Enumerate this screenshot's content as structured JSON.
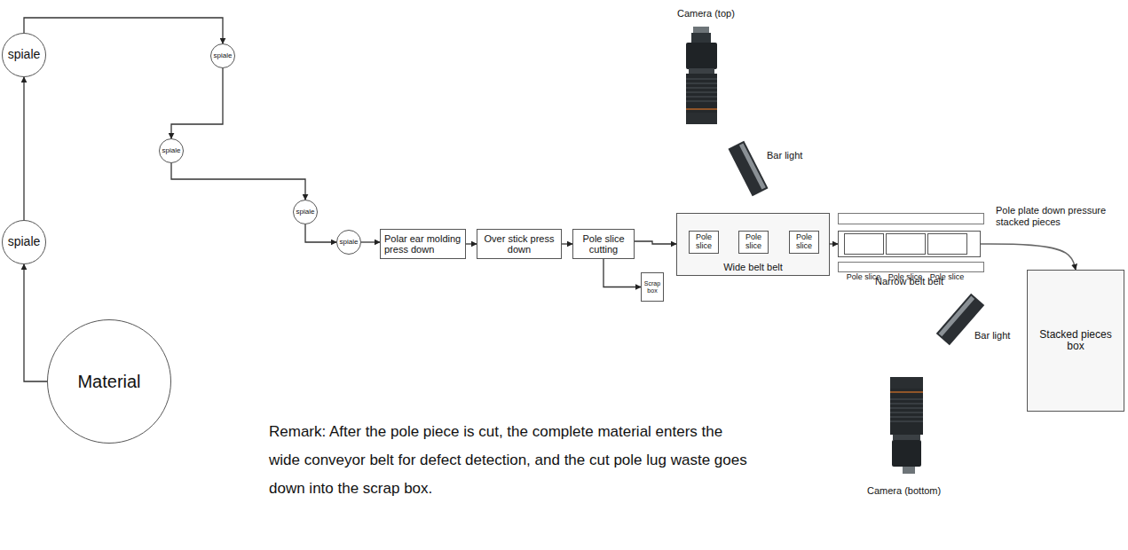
{
  "diagram": {
    "nodes": [
      {
        "text": [
          "Material"
        ]
      },
      {
        "text": [
          "spiale"
        ]
      },
      {
        "text": [
          "spiale"
        ]
      },
      {
        "text": [
          "spiale"
        ]
      },
      {
        "text": [
          "spiale"
        ]
      },
      {
        "text": [
          "spiale"
        ]
      },
      {
        "text": [
          "spiale"
        ]
      },
      {
        "text": [
          "Polar ear molding press down"
        ]
      },
      {
        "text": [
          "Over stick press down"
        ]
      },
      {
        "text": [
          "Pole slice cutting"
        ]
      },
      {
        "text": [
          "Scrap box"
        ]
      },
      {
        "text": [
          "Wide belt belt"
        ]
      },
      {
        "text": [
          "Pole slice"
        ],
        "in": 11
      },
      {
        "text": [
          "Pole slice"
        ],
        "in": 11
      },
      {
        "text": [
          "Pole slice"
        ],
        "in": 11
      },
      {
        "text": [
          "Narrow belt belt"
        ]
      },
      {
        "text": [
          "Pole slice"
        ],
        "in": 15
      },
      {
        "text": [
          "Pole slice"
        ],
        "in": 15
      },
      {
        "text": [
          "Pole slice"
        ],
        "in": 15
      },
      {
        "text": [
          "Stacked pieces box"
        ]
      }
    ],
    "edges": [
      {
        "from": 0,
        "to": 1,
        "arrow": "to"
      },
      {
        "from": 1,
        "to": 2,
        "arrow": "to"
      },
      {
        "from": 2,
        "to": 3,
        "arrow": "to"
      },
      {
        "from": 3,
        "to": 4,
        "arrow": "to"
      },
      {
        "from": 4,
        "to": 5,
        "arrow": "to"
      },
      {
        "from": 5,
        "to": 6,
        "arrow": "to"
      },
      {
        "from": 6,
        "to": 7,
        "arrow": "to"
      },
      {
        "from": 7,
        "to": 8,
        "arrow": "to"
      },
      {
        "from": 8,
        "to": 9,
        "arrow": "to"
      },
      {
        "from": 9,
        "to": 11,
        "arrow": "to"
      },
      {
        "from": 9,
        "to": 10,
        "arrow": "to"
      },
      {
        "from": 11,
        "to": 15,
        "arrow": "to"
      },
      {
        "from": 15,
        "to": 19,
        "label": "Pole plate down pressure stacked pieces",
        "arrow": "to"
      }
    ],
    "labels": [
      "Camera (top)",
      "Bar light",
      "Bar light",
      "Camera (bottom)",
      "Remark: After the pole piece is cut, the complete material enters the wide conveyor belt for defect detection, and the cut pole lug waste goes down into the scrap box."
    ]
  }
}
